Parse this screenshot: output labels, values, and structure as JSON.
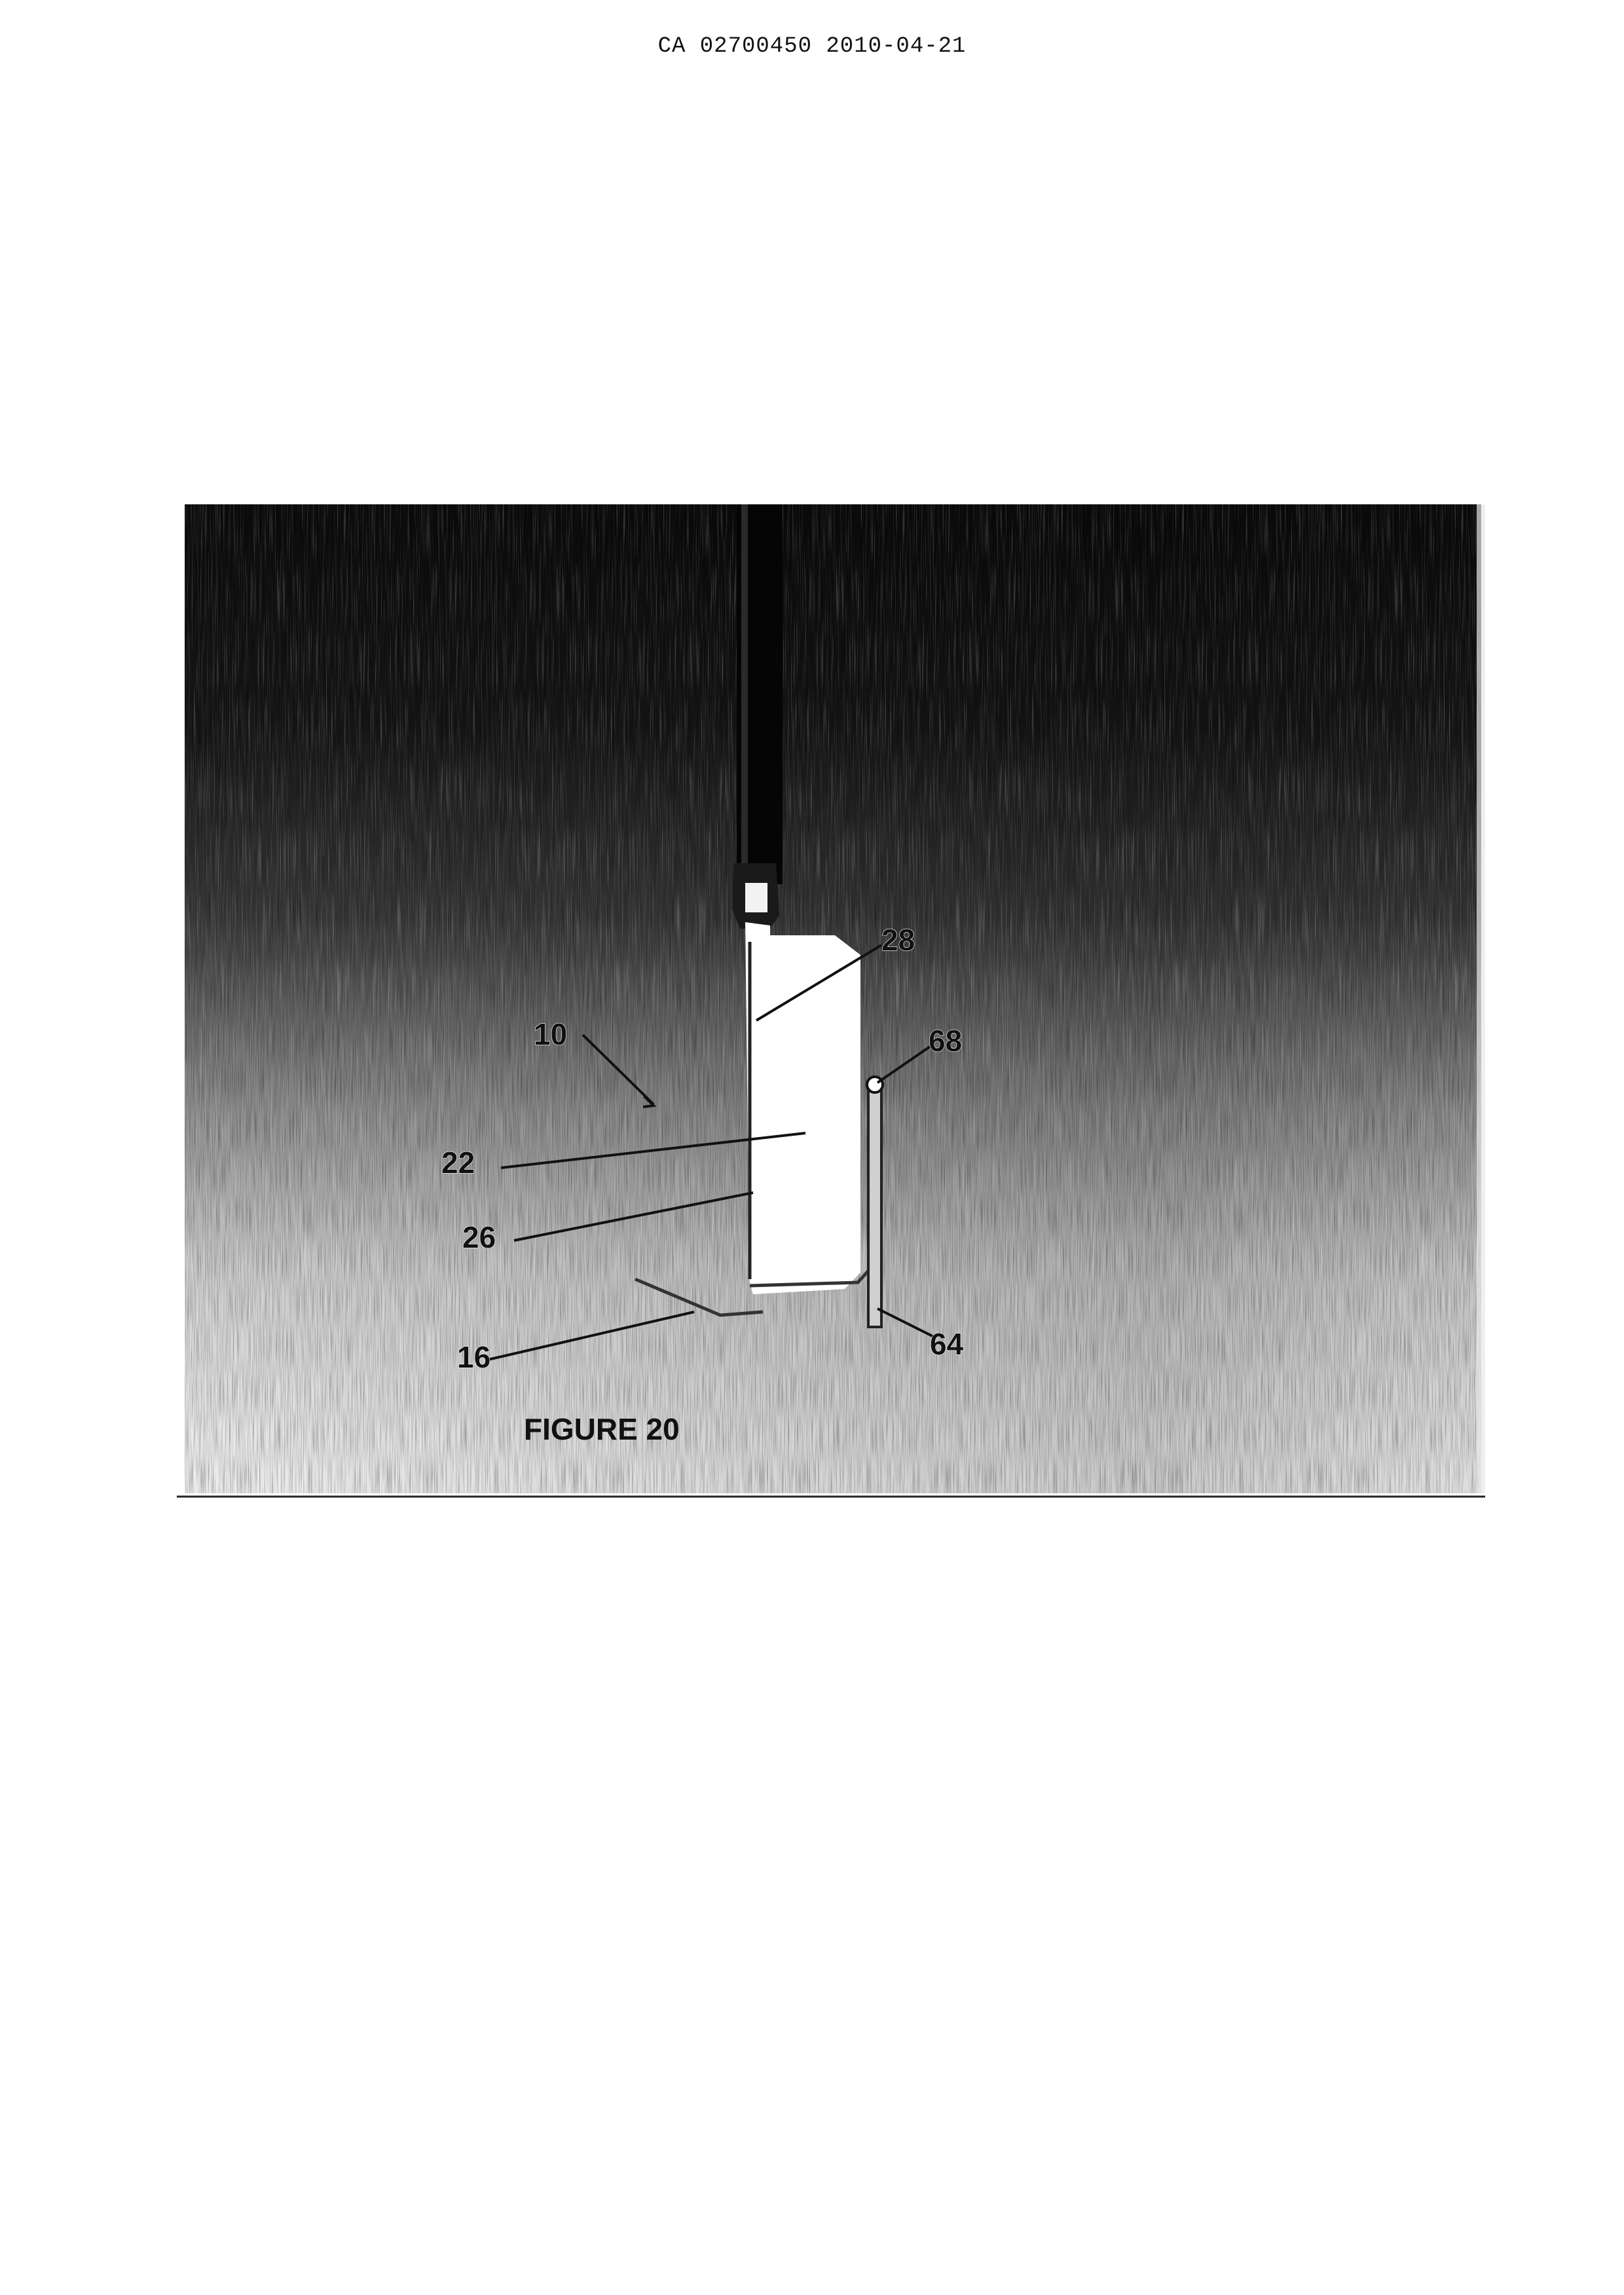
{
  "header": {
    "text": "CA 02700450 2010-04-21"
  },
  "figure": {
    "caption": "FIGURE 20",
    "labels": {
      "l28": "28",
      "l10": "10",
      "l68": "68",
      "l22": "22",
      "l26": "26",
      "l16": "16",
      "l64": "64"
    }
  }
}
